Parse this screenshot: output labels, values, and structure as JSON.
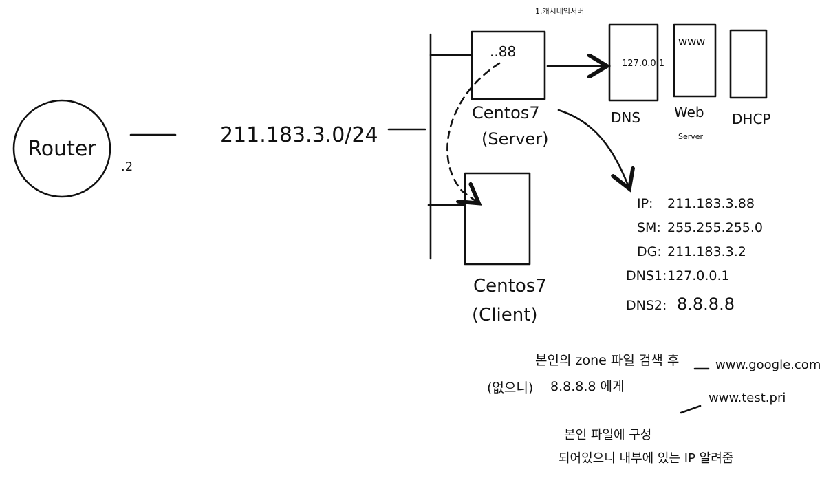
{
  "router": {
    "label": "Router",
    "ip_suffix": ".2"
  },
  "network": {
    "label": "211.183.3.0/24"
  },
  "server": {
    "ip_suffix": "..88",
    "name": "Centos7",
    "role": "(Server)",
    "note_top": "1.캐시네임서버"
  },
  "client": {
    "name": "Centos7",
    "role": "(Client)"
  },
  "services": {
    "dns": {
      "label": "DNS",
      "inner_text": "127.0.0.1"
    },
    "web": {
      "label": "Web",
      "sublabel": "Server",
      "inner_text": "www"
    },
    "dhcp": {
      "label": "DHCP"
    }
  },
  "server_config": [
    {
      "key": "IP",
      "value": "211.183.3.88"
    },
    {
      "key": "SM",
      "value": "255.255.255.0"
    },
    {
      "key": "DG",
      "value": "211.183.3.2"
    },
    {
      "key": "DNS1",
      "value": "127.0.0.1"
    },
    {
      "key": "DNS2",
      "value": "8.8.8.8"
    }
  ],
  "notes": {
    "line1": "본인의 zone 파일 검색 후",
    "line1_target": "www.google.com",
    "line2_prefix": "(없으니)",
    "line2": "8.8.8.8 에게",
    "line3_target": "www.test.pri",
    "line4": "본인 파일에 구성",
    "line5": "되어있으니 내부에 있는 IP 알려줌"
  }
}
